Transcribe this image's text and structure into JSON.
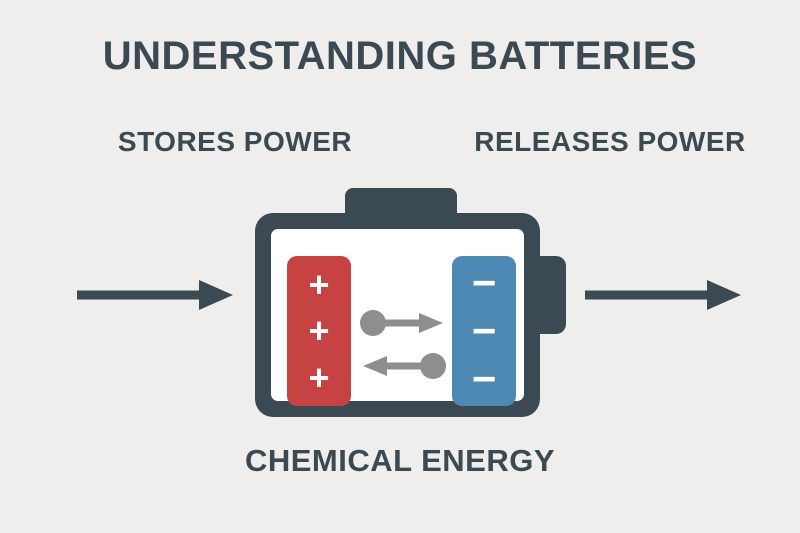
{
  "title": "UNDERSTANDING BATTERIES",
  "labels": {
    "left": "STORES POWER",
    "right": "RELEASES POWER",
    "bottom": "CHEMICAL ENERGY"
  },
  "battery": {
    "plus_symbols": [
      "+",
      "+",
      "+"
    ],
    "minus_symbols": [
      "−",
      "−",
      "−"
    ]
  },
  "colors": {
    "background": "#efeeec",
    "dark": "#3b4a52",
    "red": "#c74343",
    "blue": "#4e89b4",
    "gray": "#8e8e8e"
  }
}
